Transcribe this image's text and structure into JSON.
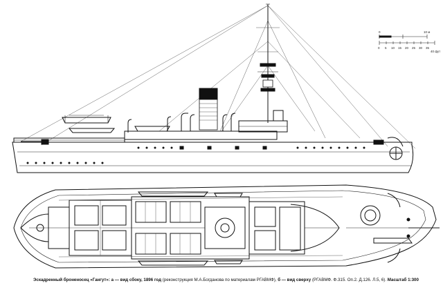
{
  "caption": {
    "part1": "Эскадренный броненосец «Гангут»: а — вид сбоку, 1896 год",
    "part2": "(реконструкция М.А.Богданова по материалам РГАВМФ),",
    "part3": "б — вид сверху",
    "part4": "(РГАВМФ. Ф.315. Оп.2. Д.126. Л.5, 6).",
    "part5": "Масштаб 1:300"
  },
  "scale_bar": {
    "top_labels": [
      "0",
      "10 м"
    ],
    "bottom_labels": [
      "0",
      "5",
      "10",
      "15",
      "20",
      "25",
      "30",
      "35",
      "40 фут"
    ]
  }
}
